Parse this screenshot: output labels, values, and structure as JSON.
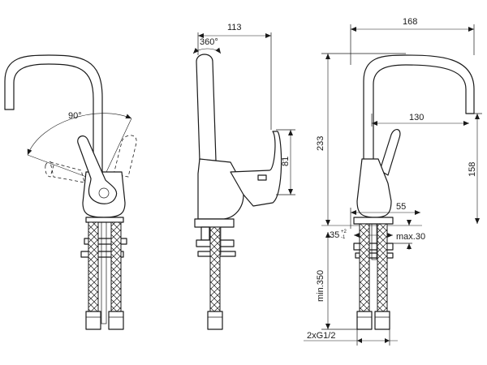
{
  "dimensions": {
    "swivel_angle": "360°",
    "lever_angle": "90°",
    "side_depth": "113",
    "side_lever_height": "81",
    "total_depth": "168",
    "total_height": "233",
    "spout_reach": "130",
    "spout_height": "158",
    "body_depth": "55",
    "hole_min": "35",
    "hole_tol_plus": "+2",
    "hole_tol_minus": "-1",
    "max_deck": "max.30",
    "hose_min": "min.350",
    "connection": "2xG1/2"
  }
}
